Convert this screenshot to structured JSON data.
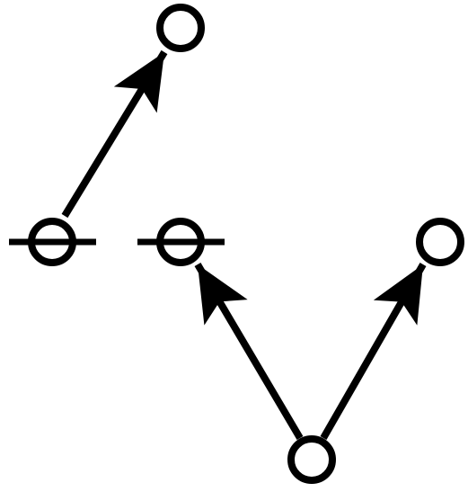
{
  "diagram": {
    "colors": {
      "stroke": "#000000",
      "node_fill": "#ffffff",
      "background": "#ffffff"
    },
    "nodes": [
      {
        "id": "top-left-node",
        "style": "open-circle"
      },
      {
        "id": "mid-left-node",
        "style": "circle-with-bar"
      },
      {
        "id": "mid-center-node",
        "style": "circle-with-bar"
      },
      {
        "id": "mid-right-node",
        "style": "open-circle"
      },
      {
        "id": "bottom-node",
        "style": "open-circle"
      }
    ],
    "edges": [
      {
        "from": "mid-left-node",
        "to": "top-left-node",
        "arrow": "head-at-target"
      },
      {
        "from": "bottom-node",
        "to": "mid-center-node",
        "arrow": "head-at-target"
      },
      {
        "from": "bottom-node",
        "to": "mid-right-node",
        "arrow": "head-at-target"
      }
    ]
  }
}
